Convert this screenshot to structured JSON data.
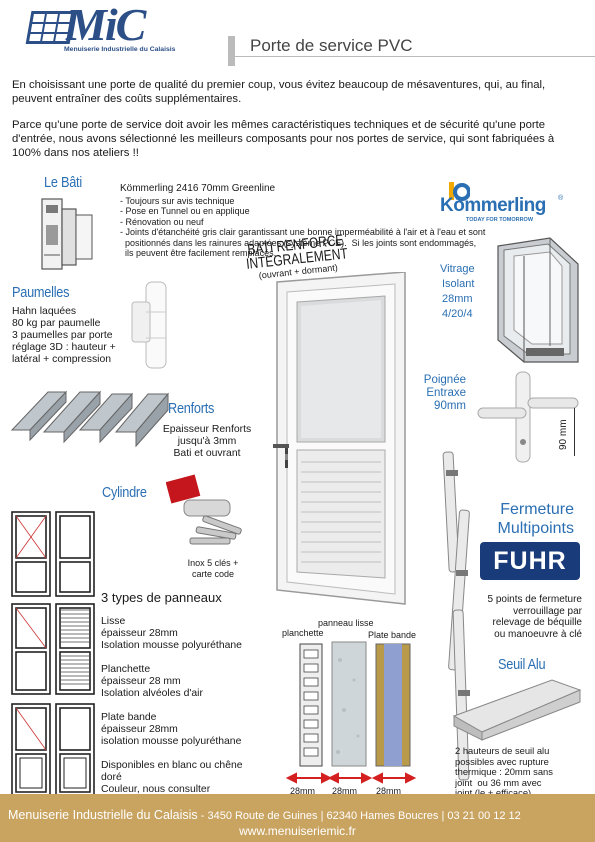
{
  "header": {
    "logo_text": "MiC",
    "logo_tagline": "Menuiserie Industrielle du Calaisis",
    "title": "Porte de service PVC"
  },
  "intro": {
    "p1": "En choisissant une porte de qualité du premier coup, vous évitez beaucoup de mésaventures, qui, au final, peuvent entraîner des coûts supplémentaires.",
    "p2": "Parce qu'une porte de service doit avoir les mêmes caractéristiques techniques et de sécurité qu'une porte d'entrée, nous avons sélectionné les meilleurs composants pour nos portes de service, qui sont fabriquées à 100% dans nos ateliers !!"
  },
  "bati": {
    "title": "Le Bâti",
    "profile_title": "Kömmerling 2416  70mm Greenline",
    "lines": [
      "- Toujours sur avis technique",
      "- Pose en Tunnel ou en applique",
      "- Rénovation ou neuf",
      "- Joints d'étanchéité gris clair garantissant une bonne imperméabilité à l'air et à l'eau et sont",
      "  positionnés dans les rainures adaptées (système PCE).  Si les joints sont endommagés,",
      "  ils peuvent être facilement remplacés."
    ]
  },
  "brand": {
    "name": "Kömmerling",
    "tagline": "TODAY FOR TOMORROW",
    "mark": "®"
  },
  "bati_renforce": {
    "line1": "BATI RENFORCE",
    "line2": "INTEGRALEMENT",
    "line3": "(ouvrant + dormant)"
  },
  "vitrage": {
    "lines": [
      "Vitrage",
      "Isolant",
      "28mm",
      "4/20/4"
    ]
  },
  "paumelles": {
    "title": "Paumelles",
    "lines": [
      "Hahn laquées",
      "80 kg par paumelle",
      "3 paumelles par porte",
      "réglage 3D : hauteur +",
      "latéral + compression"
    ]
  },
  "poignee": {
    "lines": [
      "Poignée",
      "Entraxe",
      "90mm"
    ],
    "dim": "90 mm"
  },
  "renforts": {
    "title": "Renforts",
    "lines": [
      "Epaisseur Renforts",
      "jusqu'à 3mm",
      "Bati et ouvrant"
    ]
  },
  "cylindre": {
    "title": "Cylindre",
    "lines": [
      "Inox 5 clés +",
      "carte code"
    ]
  },
  "fermeture": {
    "title1": "Fermeture",
    "title2": "Multipoints",
    "brand": "FUHR",
    "lines": [
      "5 points de fermeture",
      "verrouillage par",
      "relevage de béquille",
      "ou manoeuvre à clé"
    ]
  },
  "panneaux": {
    "title": "3 types de panneaux",
    "lisse": [
      "Lisse",
      "épaisseur 28mm",
      "Isolation mousse polyuréthane"
    ],
    "planchette": [
      "Planchette",
      "épaisseur 28 mm",
      "Isolation alvéoles d'air"
    ],
    "plate": [
      "Plate bande",
      "épaisseur 28mm",
      "isolation mousse polyuréthane"
    ],
    "couleur": [
      "Disponibles en blanc ou chêne",
      "doré",
      "Couleur, nous consulter"
    ]
  },
  "samples": {
    "label_lisse": "panneau lisse",
    "label_planchette": "planchette",
    "label_plate": "Plate bande",
    "dim1": "28mm",
    "dim2": "28mm",
    "dim3": "28mm"
  },
  "seuil": {
    "title": "Seuil Alu",
    "lines": [
      "2 hauteurs de seuil alu",
      "possibles avec rupture",
      "thermique : 20mm sans",
      "joint  ou 36 mm avec",
      "joint (le + efficace)"
    ]
  },
  "footer": {
    "company": "Menuiserie Industrielle du Calaisis",
    "address": " - 3450 Route de Guines | 62340 Hames Boucres | 03 21 00 12 12",
    "web": "www.menuiseriemic.fr"
  },
  "colors": {
    "accent_blue": "#2a6fb3",
    "footer": "#c9a360",
    "logo_blue": "#2b4f86",
    "arrow_red": "#d42020"
  }
}
